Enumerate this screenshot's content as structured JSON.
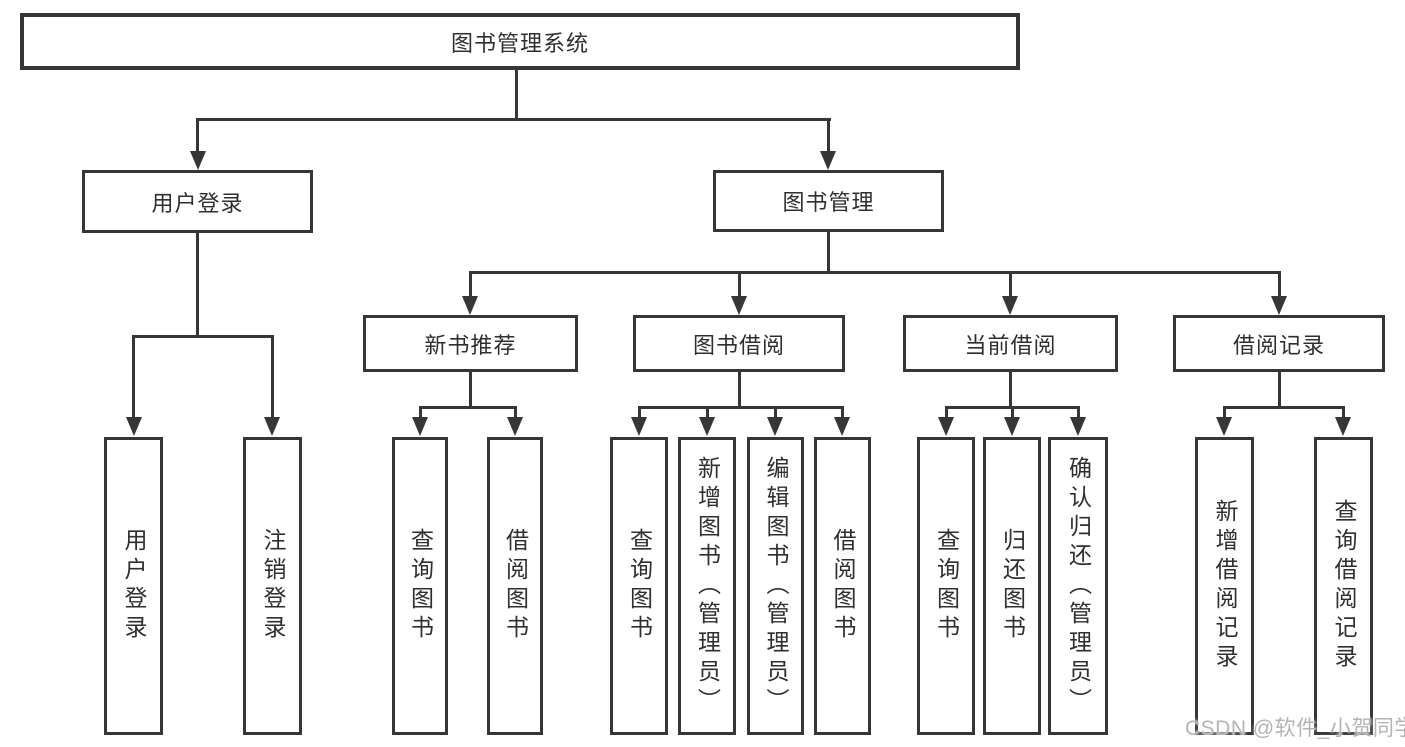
{
  "diagram": {
    "root_label": "图书管理系统",
    "branches": [
      {
        "label": "用户登录",
        "children": [
          {
            "label": "用户登录"
          },
          {
            "label": "注销登录"
          }
        ]
      },
      {
        "label": "图书管理",
        "children": [
          {
            "label": "新书推荐",
            "children": [
              {
                "label": "查询图书"
              },
              {
                "label": "借阅图书"
              }
            ]
          },
          {
            "label": "图书借阅",
            "children": [
              {
                "label": "查询图书"
              },
              {
                "label": "新增图书（管理员）"
              },
              {
                "label": "编辑图书（管理员）"
              },
              {
                "label": "借阅图书"
              }
            ]
          },
          {
            "label": "当前借阅",
            "children": [
              {
                "label": "查询图书"
              },
              {
                "label": "归还图书"
              },
              {
                "label": "确认归还（管理员）"
              }
            ]
          },
          {
            "label": "借阅记录",
            "children": [
              {
                "label": "新增借阅记录"
              },
              {
                "label": "查询借阅记录"
              }
            ]
          }
        ]
      }
    ]
  },
  "watermark": {
    "text": "CSDN @软件_小贺同学"
  },
  "colors": {
    "line": "#363636",
    "text": "#2f2f2f",
    "watermark": "#b4b4b4",
    "background": "#ffffff"
  }
}
